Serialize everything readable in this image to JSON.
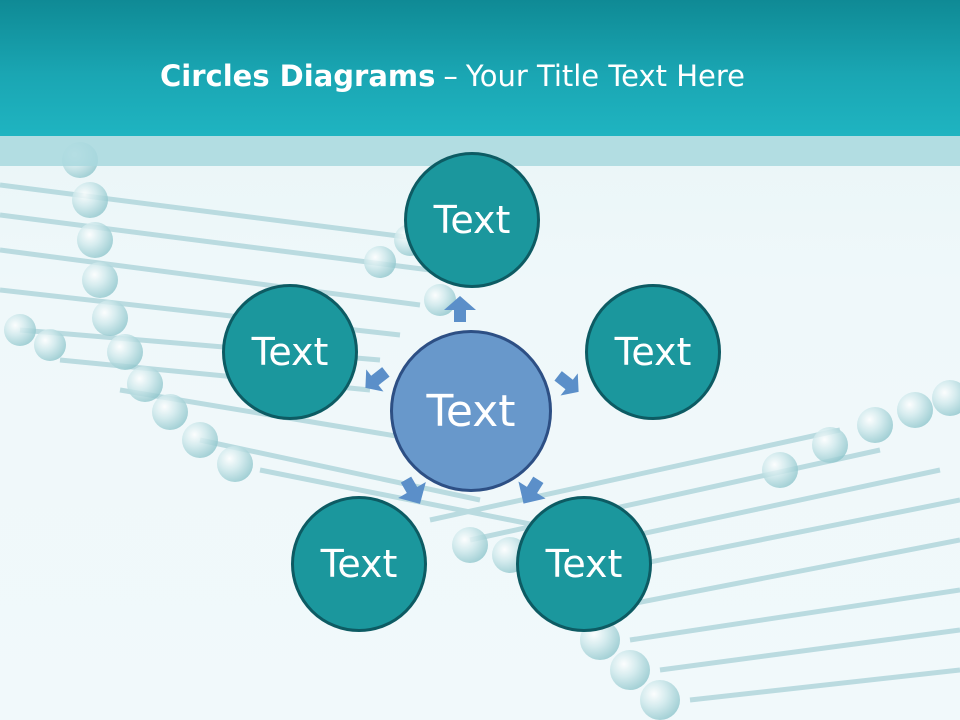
{
  "title": {
    "bold": "Circles Diagrams",
    "dash": "–",
    "rest": "Your Title Text Here"
  },
  "diagram": {
    "center_label": "Text",
    "nodes": [
      {
        "label": "Text"
      },
      {
        "label": "Text"
      },
      {
        "label": "Text"
      },
      {
        "label": "Text"
      },
      {
        "label": "Text"
      }
    ]
  },
  "colors": {
    "header": "#1aa6b3",
    "outer_circle_fill": "#1b979d",
    "outer_circle_border": "#0d5b63",
    "center_circle_fill": "#6898cb",
    "center_circle_border": "#2d4f84",
    "arrow": "#5b8fc9"
  }
}
